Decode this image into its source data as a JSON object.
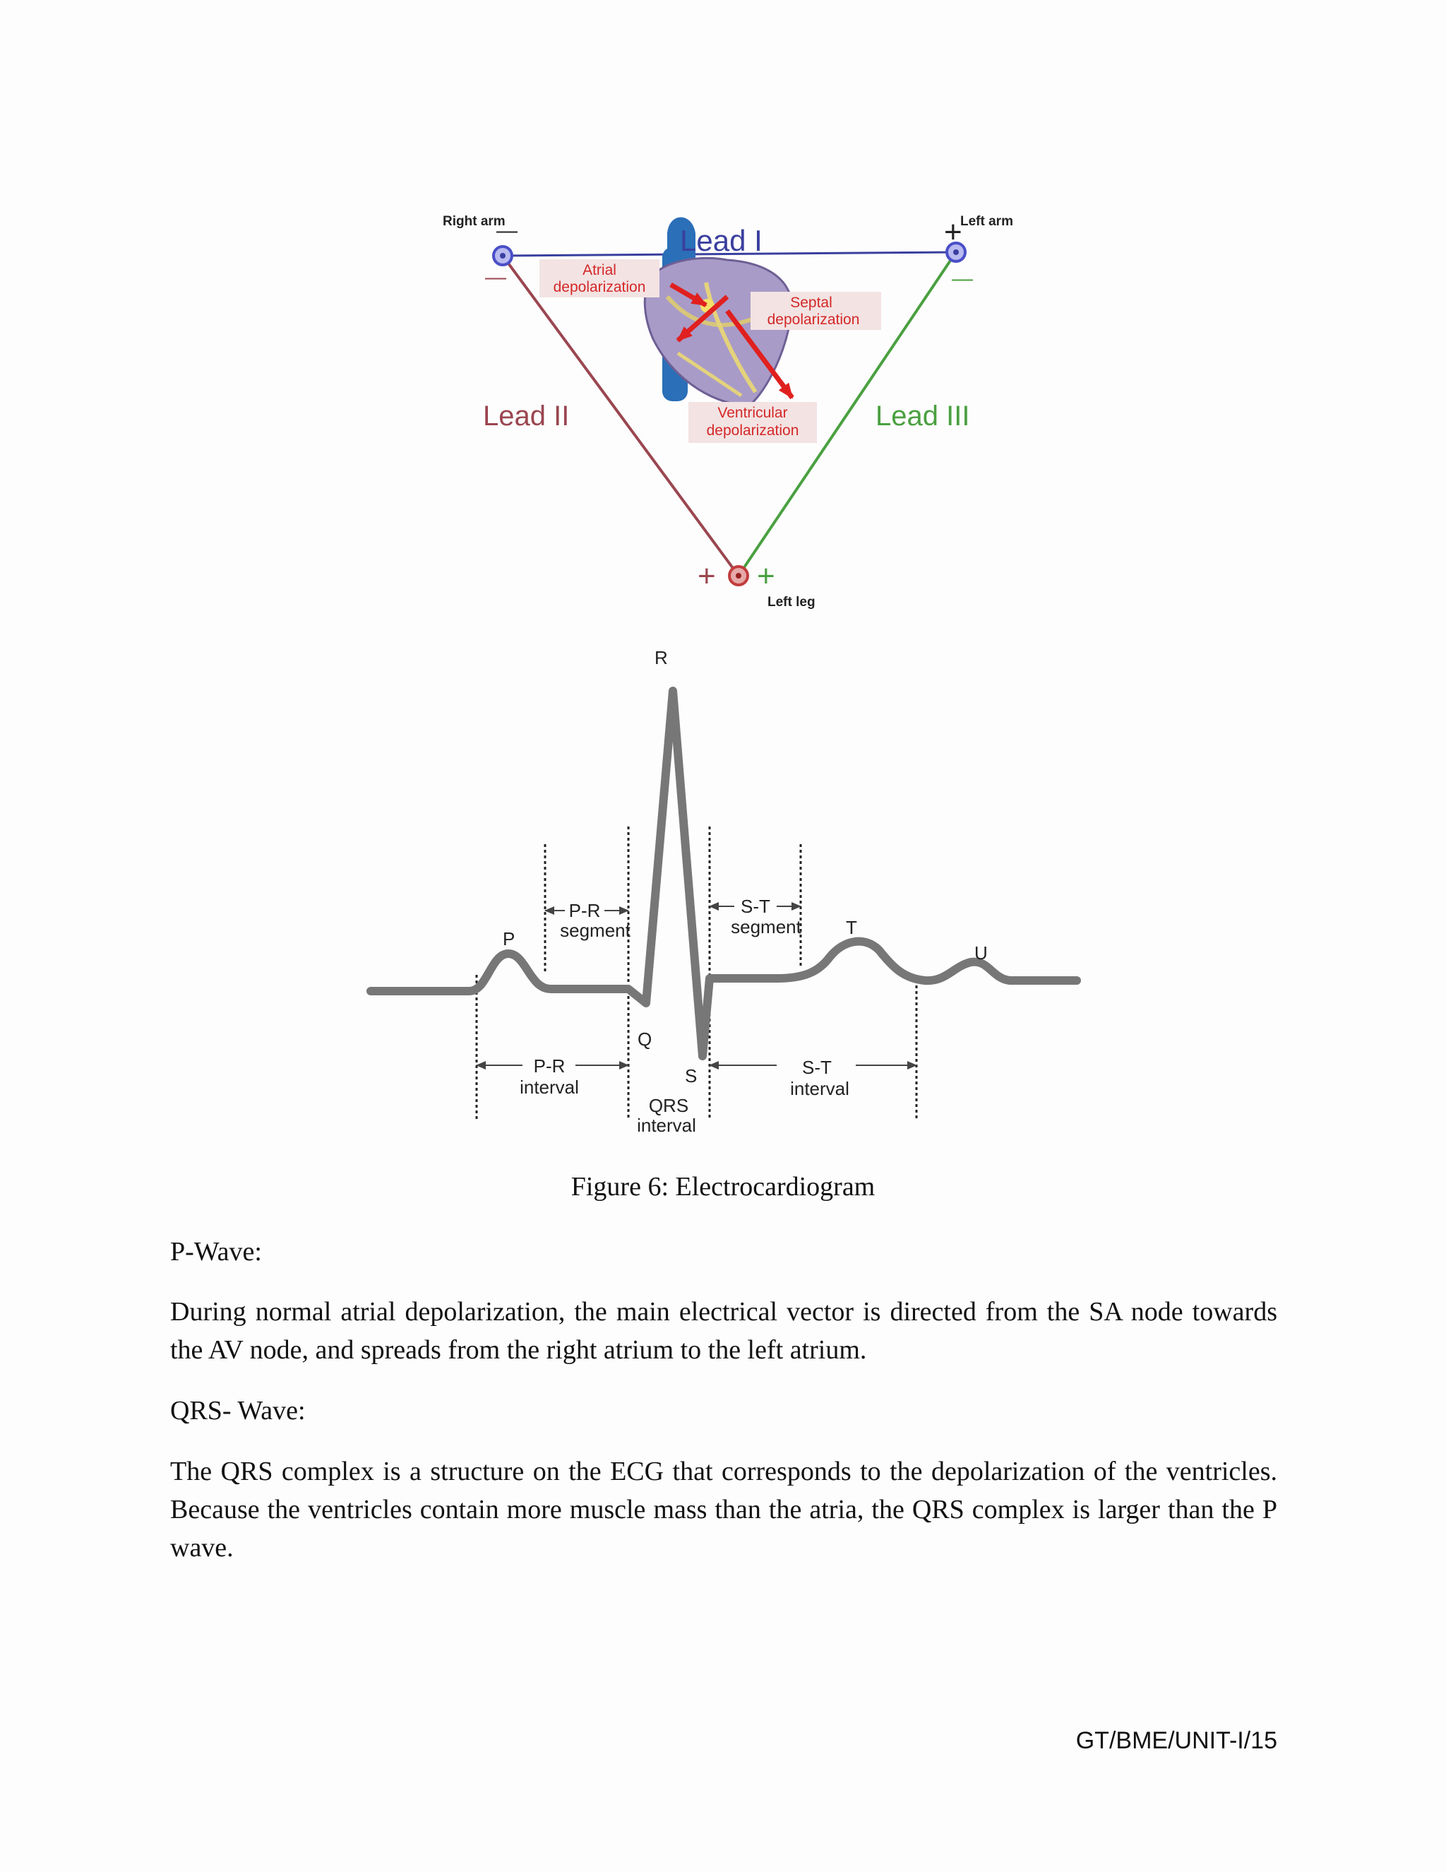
{
  "figure": {
    "einthoven": {
      "right_arm": "Right arm",
      "left_arm": "Left arm",
      "left_leg": "Left leg",
      "lead_1": "Lead I",
      "lead_2": "Lead II",
      "lead_3": "Lead III",
      "atrial_1": "Atrial",
      "atrial_2": "depolarization",
      "septal_1": "Septal",
      "septal_2": "depolarization",
      "ventricular_1": "Ventricular",
      "ventricular_2": "depolarization",
      "plus": "+",
      "minus": "—"
    },
    "ecg": {
      "r": "R",
      "p": "P",
      "q": "Q",
      "s": "S",
      "t": "T",
      "u": "U",
      "pr_segment_1": "P-R",
      "pr_segment_2": "segment",
      "st_segment_1": "S-T",
      "st_segment_2": "segment",
      "pr_interval_1": "P-R",
      "pr_interval_2": "interval",
      "qrs_interval_1": "QRS",
      "qrs_interval_2": "interval",
      "st_interval_1": "S-T",
      "st_interval_2": "interval"
    },
    "colors": {
      "lead1": "#3a3f9e",
      "lead2": "#9a4650",
      "lead3": "#4aa040",
      "label_red": "#d42828",
      "trace": "#777777"
    }
  },
  "caption": "Figure 6: Electrocardiogram",
  "sections": [
    {
      "heading": "P-Wave:",
      "text": "During normal atrial depolarization, the main electrical vector is directed from the SA node towards the AV node, and spreads from the right atrium to the left atrium."
    },
    {
      "heading": "QRS- Wave:",
      "text": "The QRS complex is a structure on the ECG that corresponds to the depolarization of the ventricles. Because the ventricles contain more muscle mass than the atria, the QRS complex is larger than the P wave."
    }
  ],
  "footer": "GT/BME/UNIT-I/15"
}
